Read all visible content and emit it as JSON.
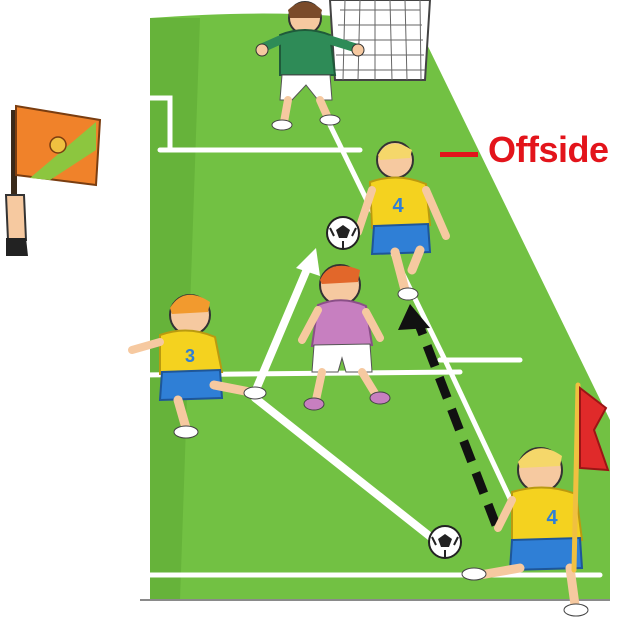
{
  "annotation": {
    "label": "Offside",
    "color": "#e3141b"
  },
  "colors": {
    "pitch": "#72c143",
    "pitch_dark": "#5aa632",
    "line": "#ffffff",
    "attacker_shirt": "#f4d21f",
    "attacker_shorts": "#2f7fd6",
    "defender_shirt": "#c77fc0",
    "keeper_shirt": "#2e8b57",
    "flag_orange": "#f0822a",
    "flag_green": "#8cc63f",
    "corner_flag": "#e02a2a"
  },
  "players": {
    "offside_number": "4",
    "passer_number": "4",
    "left_number": "3"
  },
  "icons": [
    "assistant-referee-flag-icon",
    "corner-flag-icon",
    "soccer-ball-icon",
    "goal-net-icon",
    "pass-arrow-icon",
    "run-arrow-icon"
  ]
}
